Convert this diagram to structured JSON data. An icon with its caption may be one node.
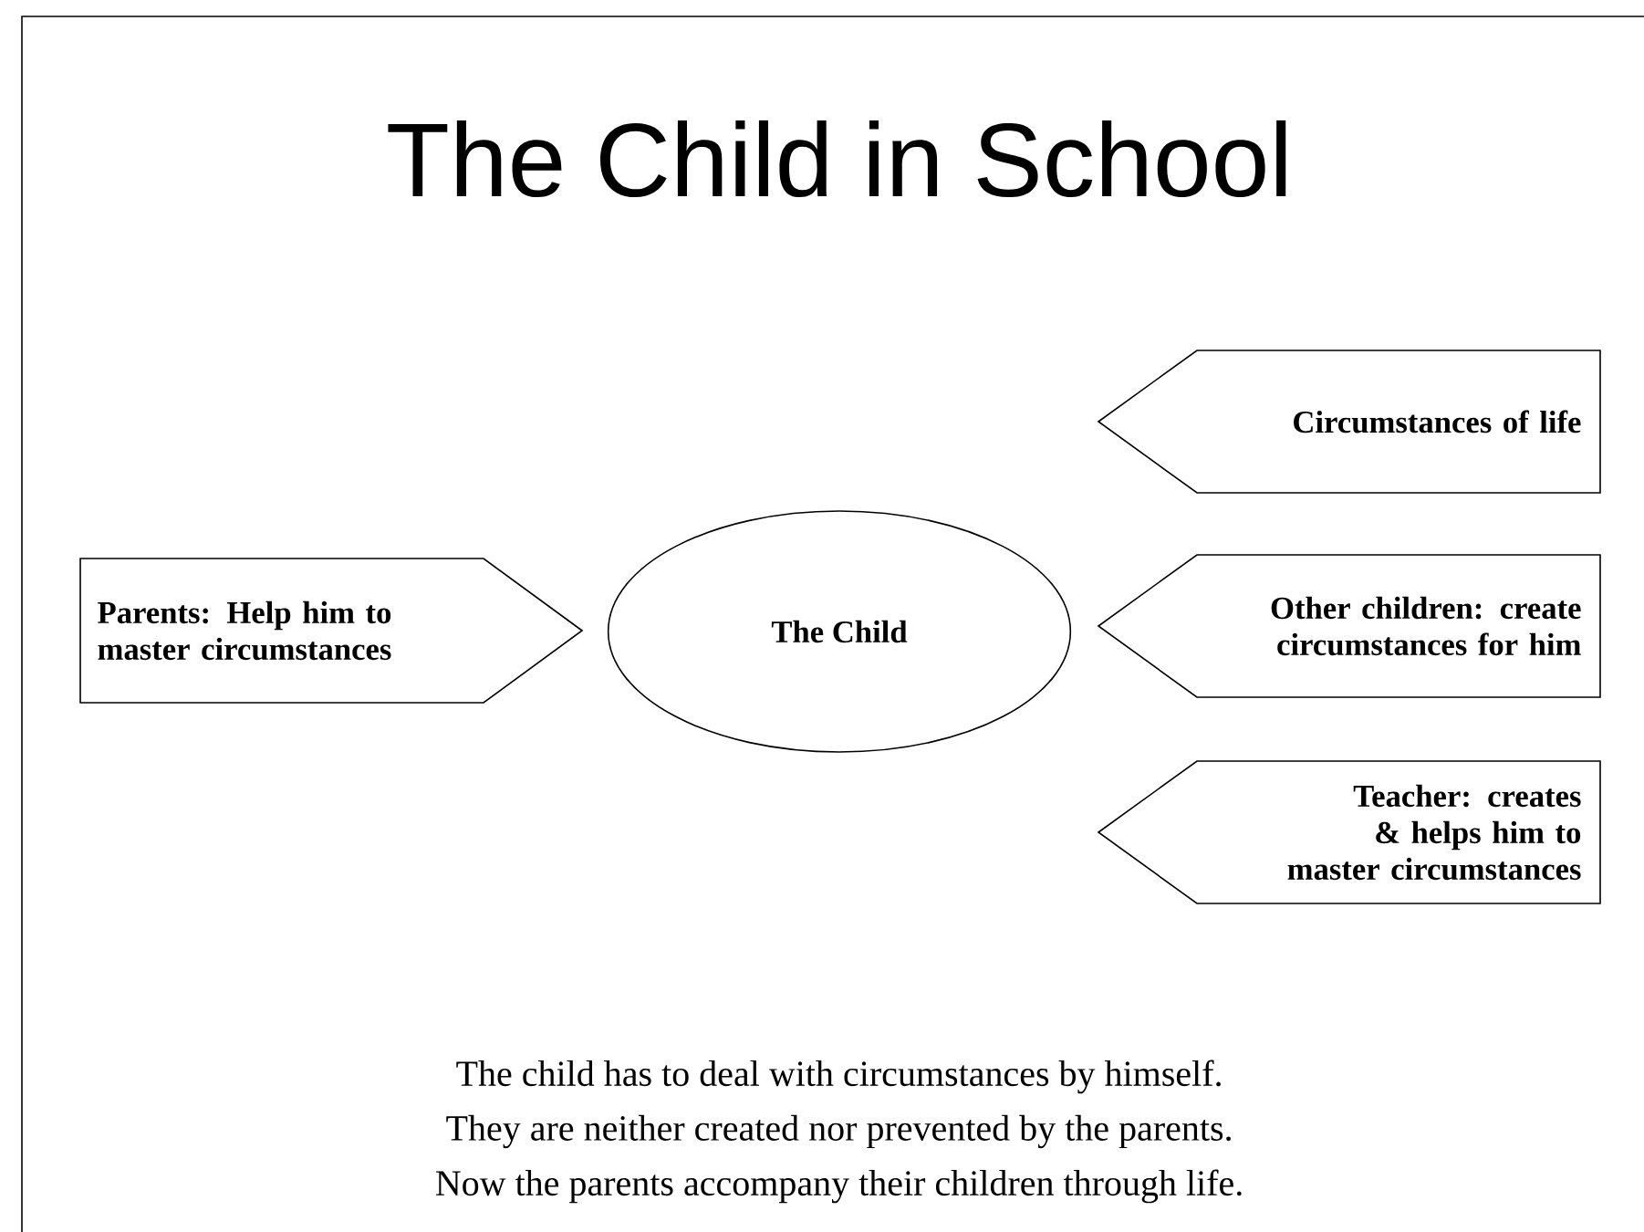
{
  "diagram": {
    "title": "The Child in School",
    "nodes": [
      {
        "text": [
          "Circumstances of life"
        ]
      },
      {
        "text": [
          "Parents: Help him to master circumstances"
        ]
      },
      {
        "text": [
          "The Child"
        ]
      },
      {
        "text": [
          "Other children: create circumstances for him"
        ]
      },
      {
        "text": [
          "Teacher: creates & helps him to master circumstances"
        ]
      }
    ],
    "labels": [
      "The child has to deal with circumstances by himself.",
      "They are neither created nor prevented by the parents.",
      "Now the parents accompany their children through life."
    ]
  }
}
